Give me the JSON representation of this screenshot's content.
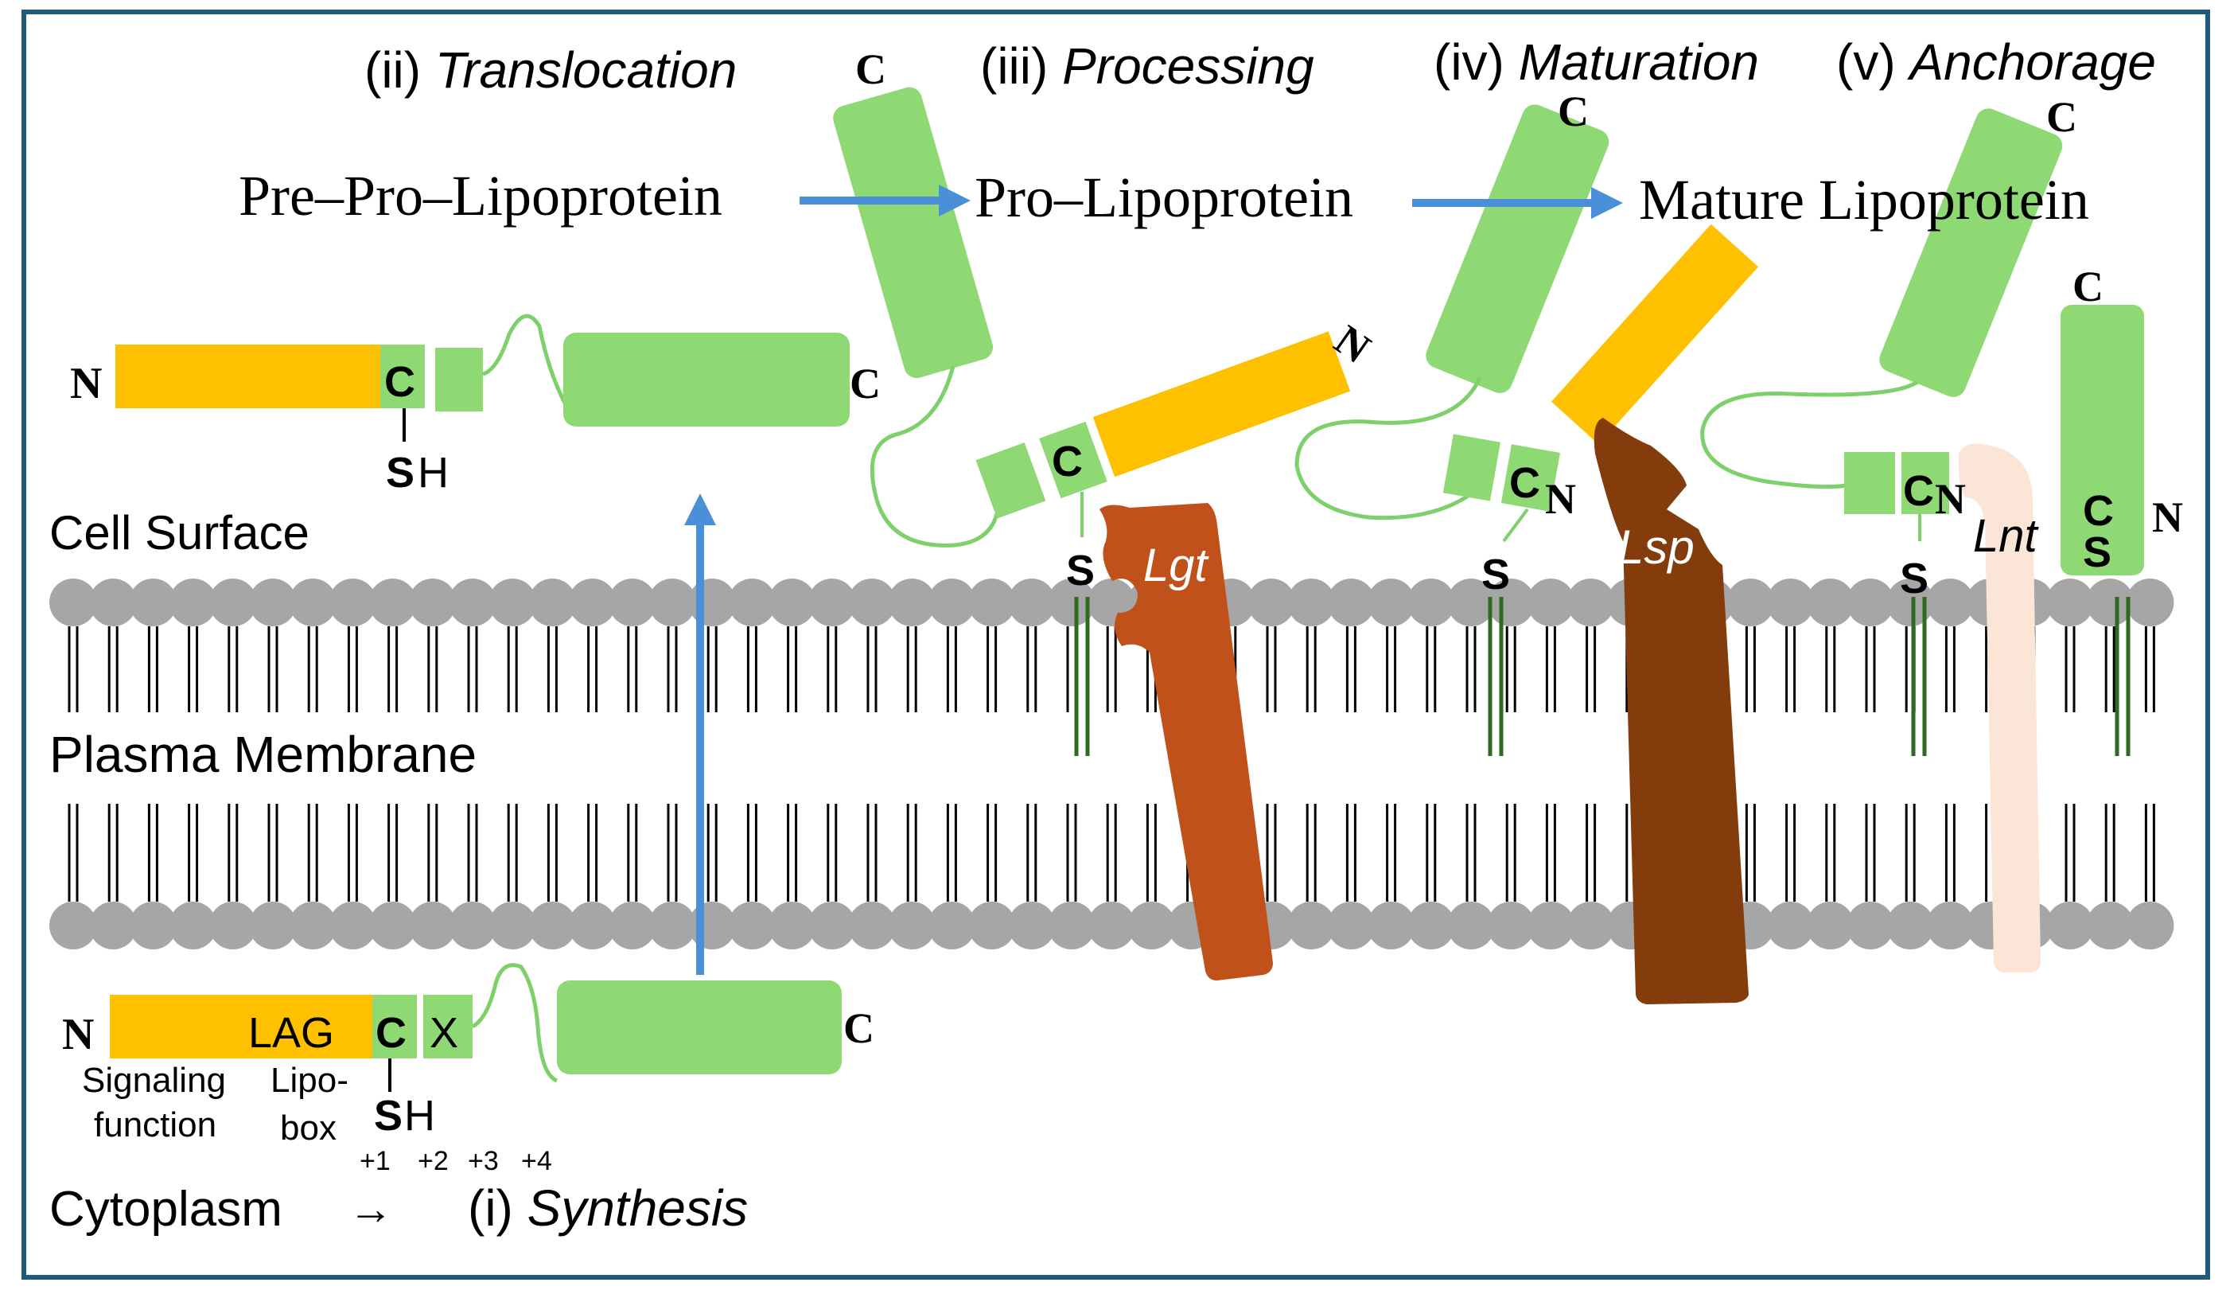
{
  "stages": {
    "synthesis": {
      "num": "(i)",
      "name": "Synthesis"
    },
    "translocation": {
      "num": "(ii)",
      "name": "Translocation"
    },
    "processing": {
      "num": "(iii)",
      "name": "Processing"
    },
    "maturation": {
      "num": "(iv)",
      "name": "Maturation"
    },
    "anchorage": {
      "num": "(v)",
      "name": "Anchorage"
    }
  },
  "flow": {
    "pre_pro": "Pre–Pro–Lipoprotein",
    "pro": "Pro–Lipoprotein",
    "mature": "Mature Lipoprotein"
  },
  "regions": {
    "cell_surface": "Cell Surface",
    "plasma_membrane": "Plasma Membrane",
    "cytoplasm": "Cytoplasm",
    "cytoplasm_arrow": "→"
  },
  "enzymes": {
    "lgt": "Lgt",
    "lsp": "Lsp",
    "lnt": "Lnt"
  },
  "labels": {
    "n": "N",
    "c": "C",
    "s": "S",
    "h": "H",
    "x": "X",
    "lag": "LAG",
    "signaling_1": "Signaling",
    "signaling_2": "function",
    "lipobox_1": "Lipo-",
    "lipobox_2": "box",
    "p1": "+1",
    "p2": "+2",
    "p3": "+3",
    "p4": "+4"
  },
  "colors": {
    "frame": "#1f5a7a",
    "green": "#8ed974",
    "green_line": "#7dd06a",
    "lipid_green": "#2e6b1f",
    "orange": "#ffc000",
    "lgt": "#c0511a",
    "lsp": "#843c0c",
    "lnt": "#fbe5d6",
    "arrow": "#4a90d9",
    "head": "#a6a6a6"
  }
}
